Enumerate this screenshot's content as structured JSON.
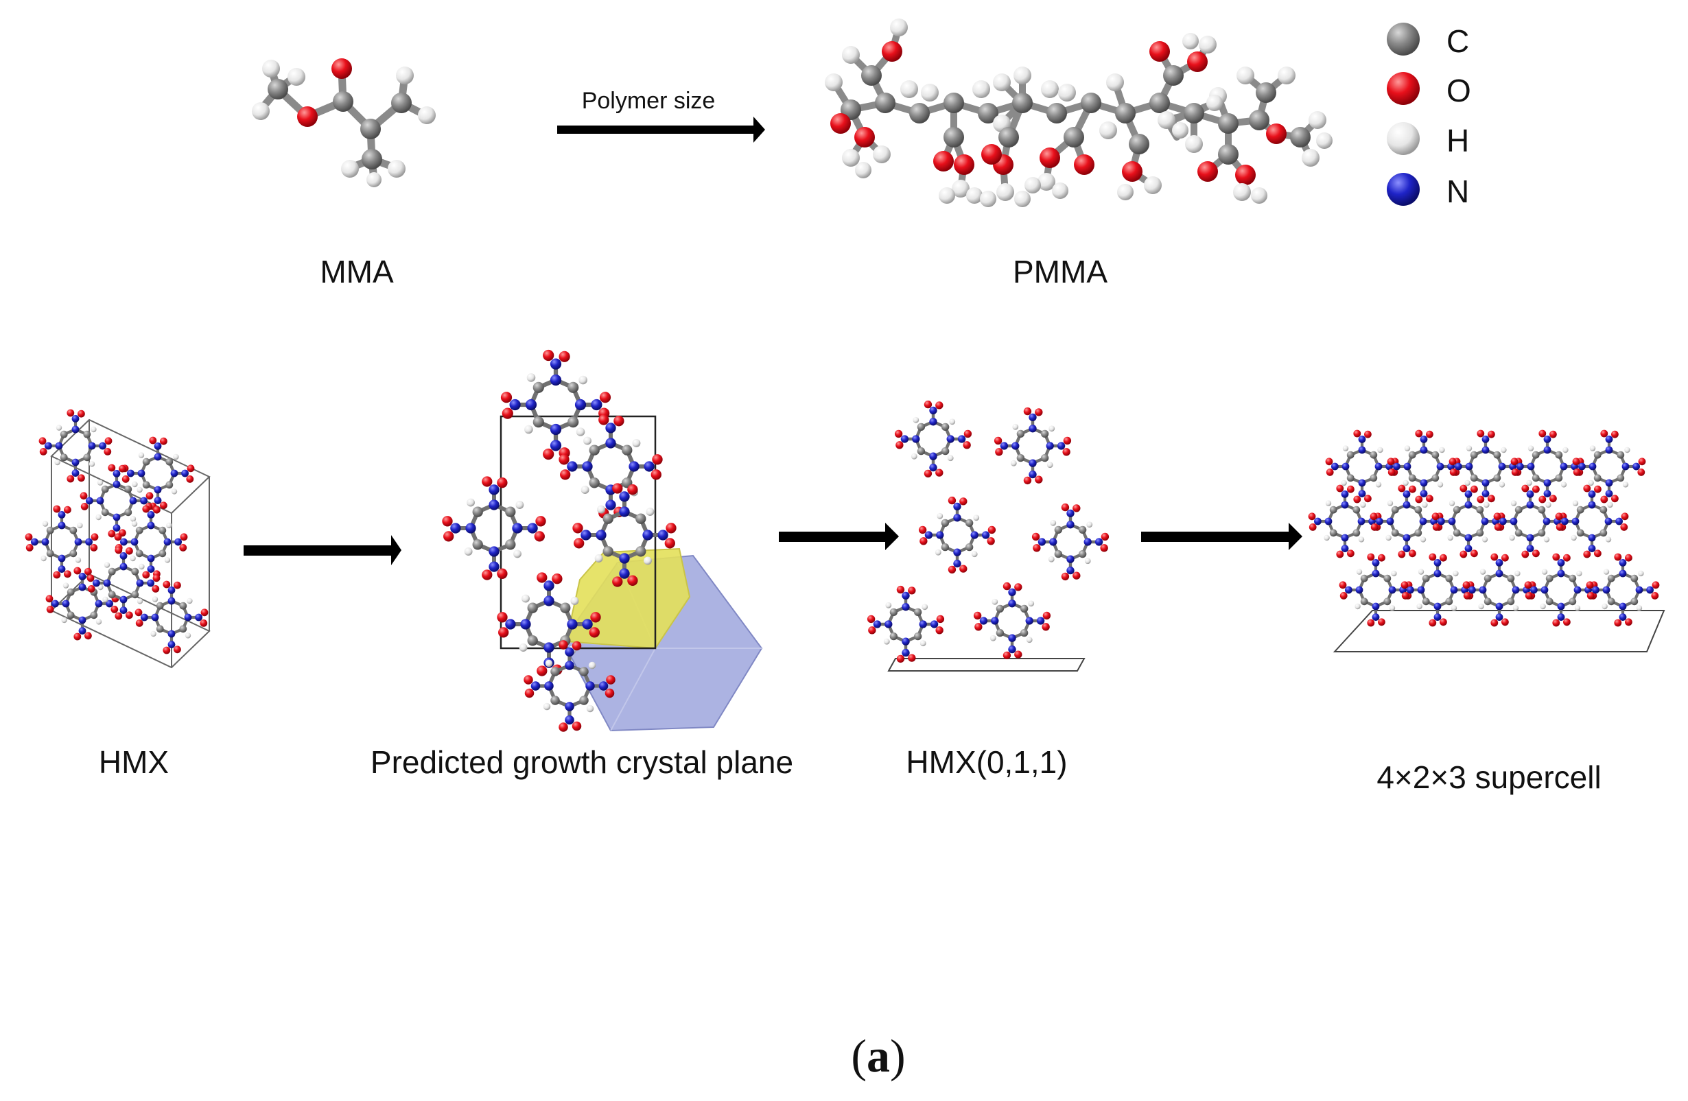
{
  "colors": {
    "C": "#8a8a8a",
    "O": "#e8101b",
    "H": "#e6e6e6",
    "N": "#1f24c8",
    "plane_yellow": "#e3e05a",
    "polyhedron": "#9ea6dd",
    "arrow": "#000000"
  },
  "legend": [
    {
      "element": "C",
      "color": "#8a8a8a"
    },
    {
      "element": "O",
      "color": "#e8101b"
    },
    {
      "element": "H",
      "color": "#e6e6e6"
    },
    {
      "element": "N",
      "color": "#1f24c8"
    }
  ],
  "labels": {
    "mma": "MMA",
    "pmma": "PMMA",
    "polymer_size": "Polymer size",
    "hmx": "HMX",
    "predicted_plane": "Predicted growth crystal plane",
    "hmx_011": "HMX(0,1,1)",
    "supercell": "4×2×3 supercell"
  },
  "panel": {
    "open": "(",
    "letter": "a",
    "close": ")"
  }
}
